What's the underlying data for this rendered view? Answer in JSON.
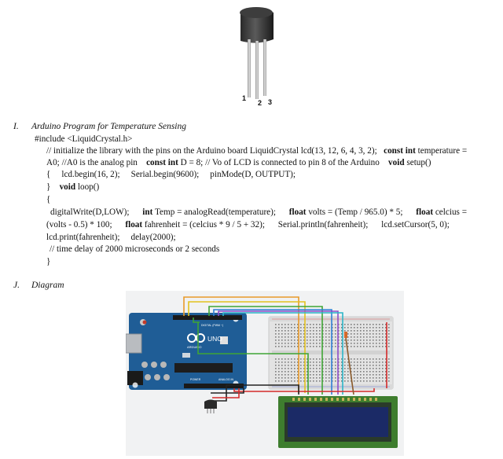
{
  "sensor": {
    "pin_labels": [
      "1",
      "2",
      "3"
    ]
  },
  "section_i": {
    "number": "I.",
    "title": "Arduino Program for Temperature Sensing",
    "code": {
      "include": "#include <LiquidCrystal.h>",
      "l1a": "// initialize the library with the pins on the Arduino board   LiquidCrystal lcd(13, 12, 6, 4, 3, 2);",
      "l1b": "const int",
      "l1c": "temperature =",
      "l2a": "A0; //A0 is the analog pin",
      "l2b": "const int",
      "l2c": "D = 8; // Vo of LCD is connected to pin 8 of the Arduino",
      "l2d": "void",
      "l2e": "setup()",
      "l3": "{     lcd.begin(16, 2);     Serial.begin(9600);     pinMode(D, OUTPUT);",
      "l4a": "}",
      "l4b": "void",
      "l4c": "loop()",
      "l5": "{",
      "l6a": "digitalWrite(D,LOW);",
      "l6b": "int",
      "l6c": "Temp = analogRead(temperature);",
      "l6d": "float",
      "l6e": "volts = (Temp / 965.0) * 5;",
      "l6f": "float",
      "l6g": "celcius =",
      "l7a": "(volts - 0.5) * 100;",
      "l7b": "float",
      "l7c": "fahrenheit = (celcius * 9 / 5 + 32);",
      "l7d": "Serial.println(fahrenheit);",
      "l7e": "lcd.setCursor(5, 0);",
      "l8": "lcd.print(fahrenheit);     delay(2000);",
      "l9": "// time delay of 2000 microseconds or 2 seconds",
      "l10": "}"
    }
  },
  "section_j": {
    "number": "J.",
    "title": "Diagram",
    "board": {
      "brand": "UNO",
      "sub": "ARDUINO",
      "digital_label": "DIGITAL (PWM ~)",
      "analog_label": "ANALOG IN",
      "power_label": "POWER"
    },
    "colors": {
      "board_blue": "#1f5d96",
      "breadboard": "#e3e3e3",
      "lcd_frame": "#3e7d2e",
      "lcd_screen": "#1b2a66",
      "wire_orange": "#e89a2a",
      "wire_yellow": "#e3c21f",
      "wire_green": "#3fa535",
      "wire_blue": "#2f7fd6",
      "wire_purple": "#8d4cc9",
      "wire_cyan": "#2bb6c8",
      "wire_red": "#d42a2a",
      "wire_black": "#222222",
      "wire_brown": "#8a5a2b"
    }
  }
}
